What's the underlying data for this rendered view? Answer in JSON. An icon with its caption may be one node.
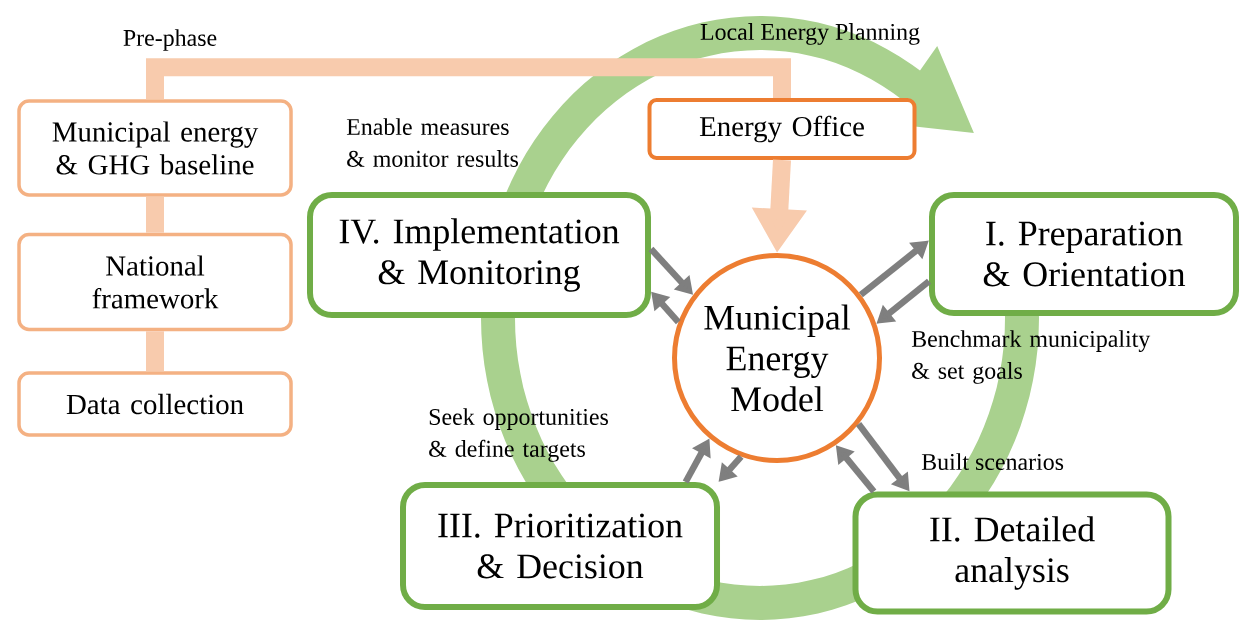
{
  "diagram": {
    "nodes": [
      {
        "text": [
          "Municipal energy & GHG baseline"
        ]
      },
      {
        "text": [
          "National framework"
        ]
      },
      {
        "text": [
          "Data collection"
        ]
      },
      {
        "text": [
          "Energy Office"
        ]
      },
      {
        "text": [
          "Municipal Energy Model"
        ]
      },
      {
        "text": [
          "IV. Implementation & Monitoring"
        ]
      },
      {
        "text": [
          "I. Preparation & Orientation"
        ]
      },
      {
        "text": [
          "II. Detailed analysis"
        ]
      },
      {
        "text": [
          "III. Prioritization & Decision"
        ]
      }
    ],
    "edges": [
      {
        "from": 0,
        "to": 1,
        "arrow": "none",
        "style": "thick",
        "color": "#f8cbad"
      },
      {
        "from": 1,
        "to": 2,
        "arrow": "none",
        "style": "thick",
        "color": "#f8cbad"
      },
      {
        "from": 0,
        "to": 3,
        "arrow": "none",
        "style": "thick",
        "color": "#f8cbad"
      },
      {
        "from": 3,
        "to": 4,
        "arrow": "to",
        "style": "thick",
        "color": "#f8cbad"
      },
      {
        "from": 5,
        "to": 4,
        "arrow": "to"
      },
      {
        "from": 4,
        "to": 5,
        "arrow": "to"
      },
      {
        "from": 4,
        "to": 6,
        "arrow": "to"
      },
      {
        "from": 6,
        "to": 4,
        "arrow": "to"
      },
      {
        "from": 4,
        "to": 7,
        "arrow": "to"
      },
      {
        "from": 7,
        "to": 4,
        "arrow": "to"
      },
      {
        "from": 8,
        "to": 4,
        "arrow": "to"
      },
      {
        "from": 4,
        "to": 8,
        "arrow": "to"
      }
    ],
    "labels": [
      "Pre-phase",
      "Local Energy Planning",
      "Enable measures & monitor results",
      "Benchmark municipality & set goals",
      "Seek opportunities & define targets",
      "Built scenarios"
    ]
  }
}
